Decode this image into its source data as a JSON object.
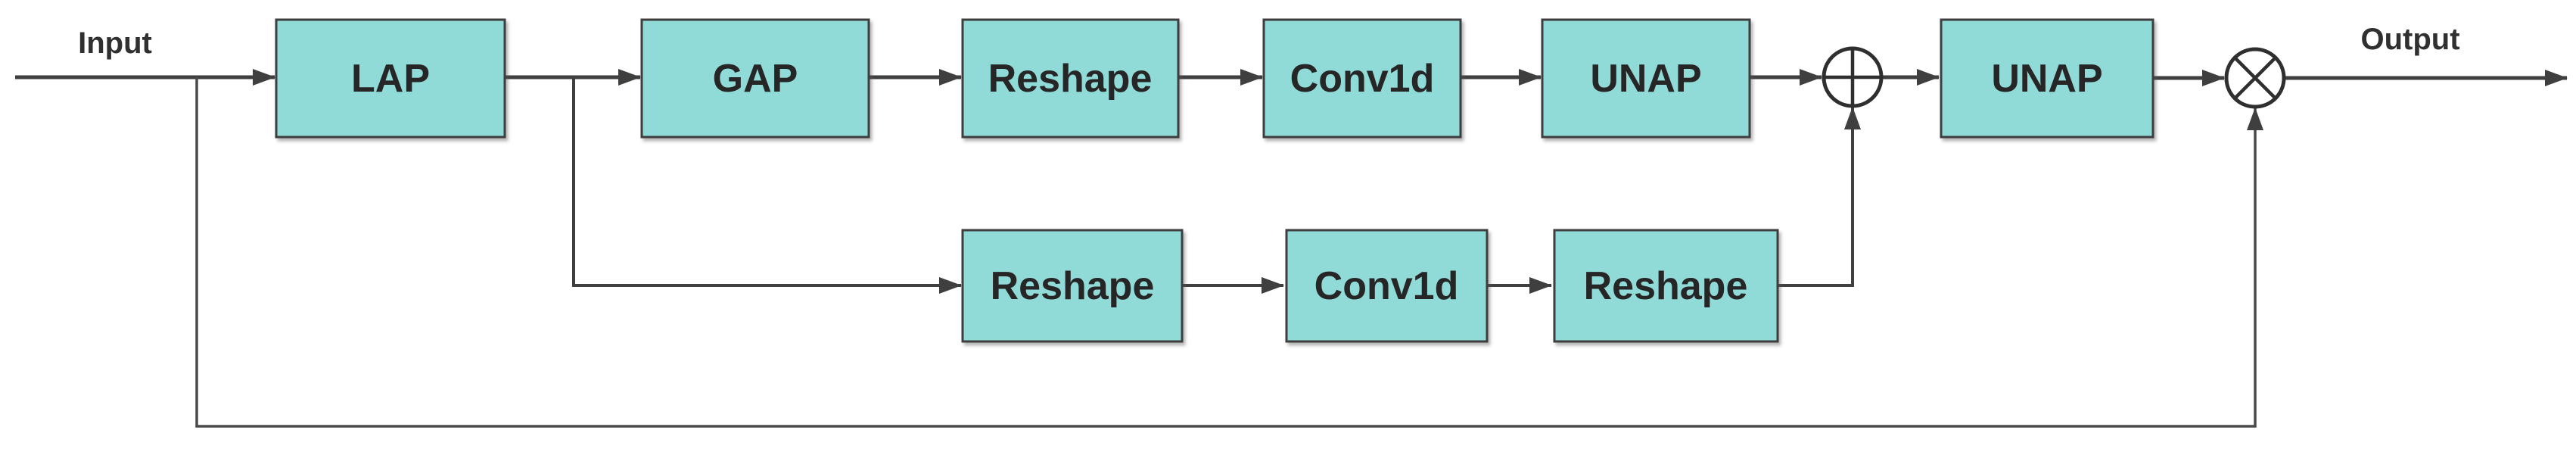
{
  "diagram": {
    "labels": {
      "input": "Input",
      "output": "Output"
    },
    "nodes": {
      "lap": {
        "label": "LAP"
      },
      "gap": {
        "label": "GAP"
      },
      "reshape_top": {
        "label": "Reshape"
      },
      "conv1d_top": {
        "label": "Conv1d"
      },
      "unap_first": {
        "label": "UNAP"
      },
      "unap_second": {
        "label": "UNAP"
      },
      "reshape_bottom_in": {
        "label": "Reshape"
      },
      "conv1d_bottom": {
        "label": "Conv1d"
      },
      "reshape_bottom_out": {
        "label": "Reshape"
      }
    },
    "operators": {
      "add": {
        "icon": "plus-circle",
        "glyph": "⊕"
      },
      "multiply": {
        "icon": "times-circle",
        "glyph": "⊗"
      }
    },
    "edges": [
      "Input → LAP",
      "LAP → GAP",
      "GAP → Reshape (top)",
      "Reshape (top) → Conv1d (top)",
      "Conv1d (top) → UNAP (first)",
      "UNAP (first) → plus-circle",
      "LAP → Reshape (bottom branch)",
      "Reshape (bottom) → Conv1d (bottom)",
      "Conv1d (bottom) → Reshape (bottom out)",
      "Reshape (bottom out) → plus-circle",
      "plus-circle → UNAP (second)",
      "UNAP (second) → times-circle",
      "Input → times-circle (skip connection)",
      "times-circle → Output"
    ],
    "colors": {
      "node_fill": "#90dbd8",
      "node_border": "#3e3e3e",
      "line": "#3f3f3f",
      "text": "#262626",
      "background": "#ffffff"
    }
  }
}
